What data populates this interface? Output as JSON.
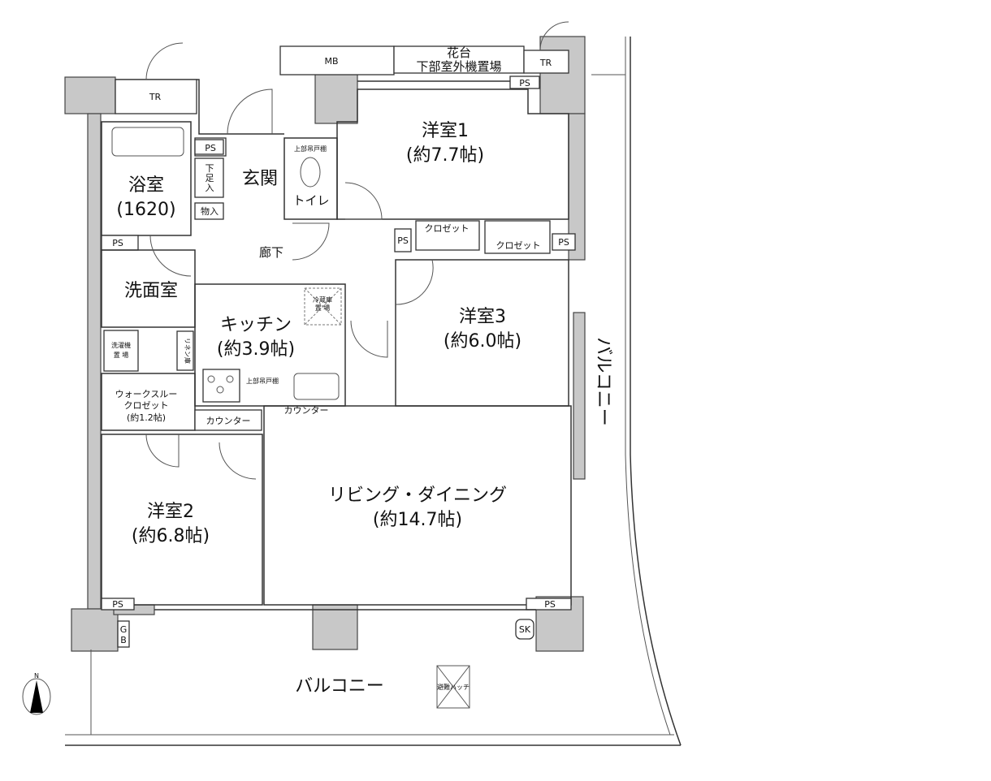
{
  "rooms": {
    "western1": {
      "name": "洋室1",
      "size": "(約7.7帖)"
    },
    "western2": {
      "name": "洋室2",
      "size": "(約6.8帖)"
    },
    "western3": {
      "name": "洋室3",
      "size": "(約6.0帖)"
    },
    "living": {
      "name": "リビング・ダイニング",
      "size": "(約14.7帖)"
    },
    "kitchen": {
      "name": "キッチン",
      "size": "(約3.9帖)"
    },
    "bath": {
      "name": "浴室",
      "size": "(1620)"
    },
    "entrance": "玄関",
    "toilet": "トイレ",
    "hallway": "廊下",
    "washroom": "洗面室",
    "wic": {
      "line1": "ウォークスルー",
      "line2": "クロゼット",
      "size": "(約1.2帖)"
    }
  },
  "labels": {
    "tr": "TR",
    "mb": "MB",
    "flowerbed_line1": "花台",
    "flowerbed_line2": "下部室外機置場",
    "ps": "PS",
    "shoe_line1": "下",
    "shoe_line2": "足",
    "shoe_line3": "入",
    "storage": "物入",
    "upper_cabinet": "上部吊戸棚",
    "closet": "クロゼット",
    "fridge_line1": "冷蔵庫",
    "fridge_line2": "置 場",
    "washer_line1": "洗濯機",
    "washer_line2": "置 場",
    "linen": "リネン庫",
    "counter": "カウンター",
    "gb_line1": "G",
    "gb_line2": "B",
    "sk": "SK",
    "hatch": "避難ハッチ",
    "balcony": "バルコニー",
    "north": "N"
  }
}
